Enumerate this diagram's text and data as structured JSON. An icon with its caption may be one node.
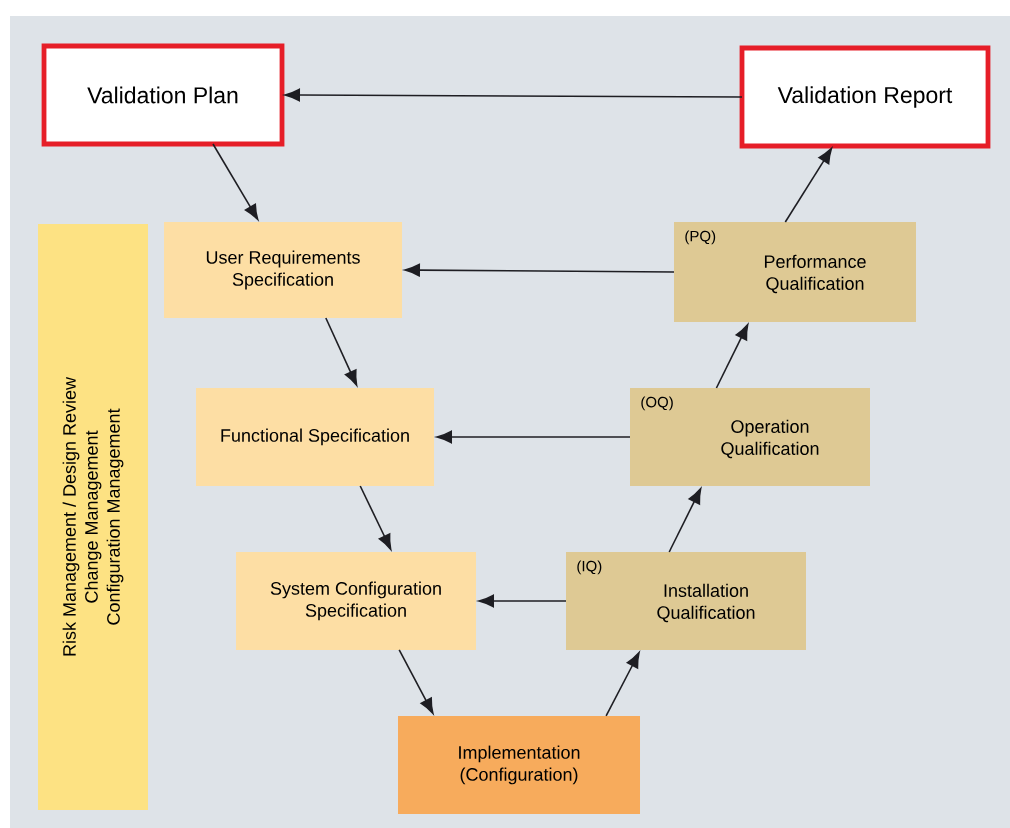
{
  "diagram": {
    "nodes": [
      {
        "text": [
          "Validation Plan"
        ]
      },
      {
        "text": [
          "Validation Report"
        ]
      },
      {
        "text": [
          "User Requirements Specification"
        ]
      },
      {
        "text": [
          "(PQ)",
          "Performance Qualification"
        ]
      },
      {
        "text": [
          "Functional Specification"
        ]
      },
      {
        "text": [
          "(OQ)",
          "Operation Qualification"
        ]
      },
      {
        "text": [
          "System Configuration Specification"
        ]
      },
      {
        "text": [
          "(IQ)",
          "Installation Qualification"
        ]
      },
      {
        "text": [
          "Implementation (Configuration)"
        ]
      },
      {
        "text": [
          "Risk Management / Design Review",
          "Change Management",
          "Configuration Management"
        ]
      }
    ],
    "edges": [
      {
        "from": 1,
        "to": 0,
        "arrow": "to"
      },
      {
        "from": 0,
        "to": 2,
        "arrow": "to"
      },
      {
        "from": 3,
        "to": 2,
        "arrow": "to"
      },
      {
        "from": 2,
        "to": 4,
        "arrow": "to"
      },
      {
        "from": 5,
        "to": 4,
        "arrow": "to"
      },
      {
        "from": 4,
        "to": 6,
        "arrow": "to"
      },
      {
        "from": 7,
        "to": 6,
        "arrow": "to"
      },
      {
        "from": 6,
        "to": 8,
        "arrow": "to"
      },
      {
        "from": 8,
        "to": 7,
        "arrow": "to"
      },
      {
        "from": 7,
        "to": 5,
        "arrow": "to"
      },
      {
        "from": 5,
        "to": 3,
        "arrow": "to"
      },
      {
        "from": 3,
        "to": 1,
        "arrow": "to"
      }
    ]
  }
}
